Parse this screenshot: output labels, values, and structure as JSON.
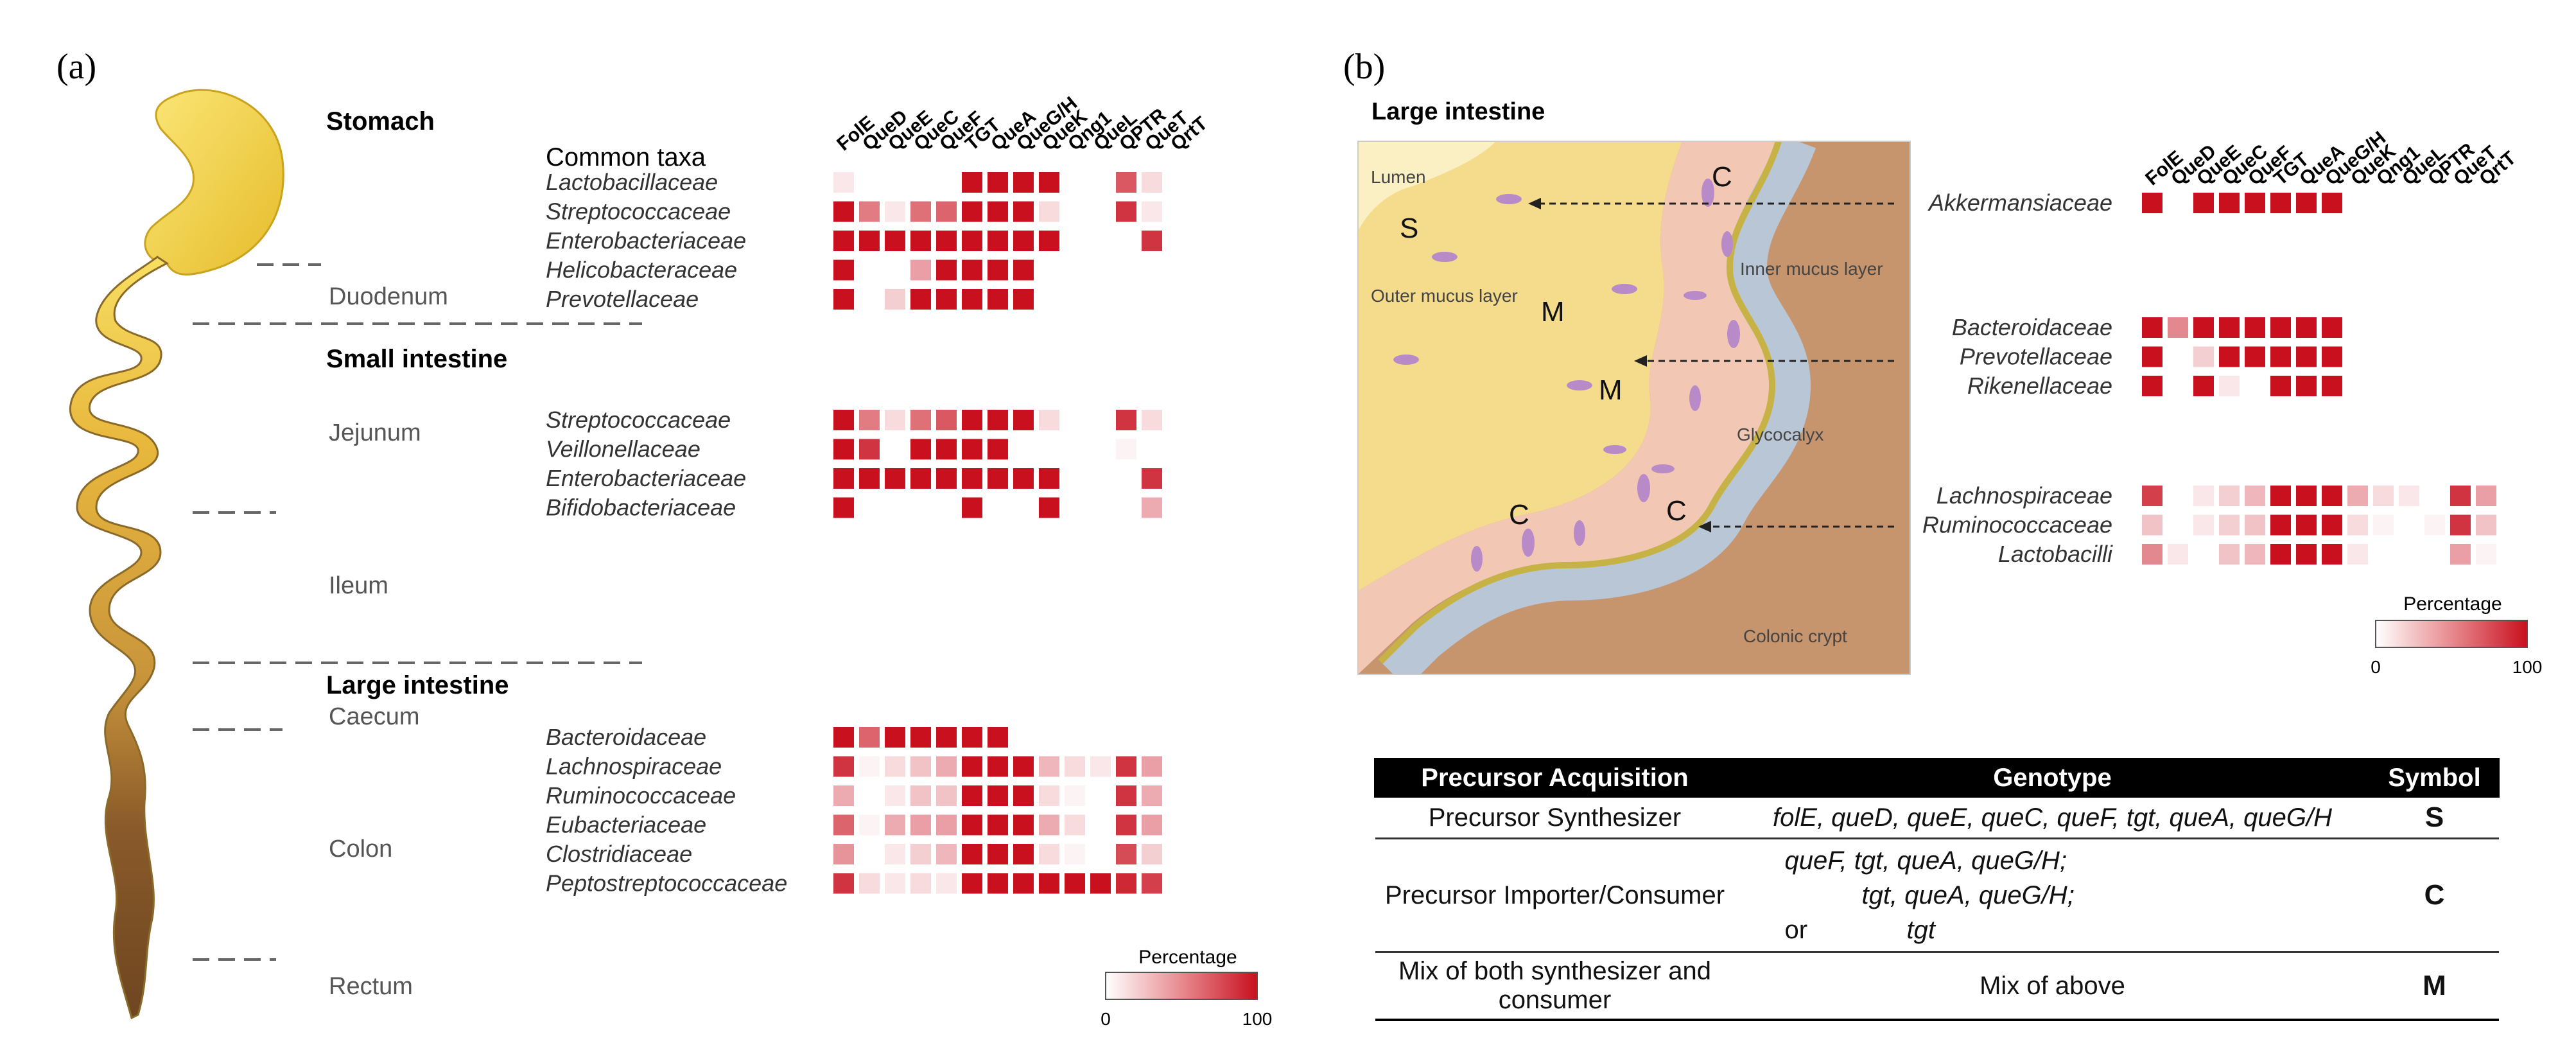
{
  "panel_a": {
    "label": "(a)",
    "regions": {
      "stomach": "Stomach",
      "small_intestine": "Small intestine",
      "large_intestine": "Large intestine"
    },
    "segments": {
      "duodenum": "Duodenum",
      "jejunum": "Jejunum",
      "ileum": "Ileum",
      "caecum": "Caecum",
      "colon": "Colon",
      "rectum": "Rectum"
    },
    "common_taxa_header": "Common taxa",
    "columns": [
      "FolE",
      "QueD",
      "QueE",
      "QueC",
      "QueF",
      "TGT",
      "QueA",
      "QueG/H",
      "QueK",
      "Qng1",
      "QueL",
      "QPTR",
      "QueT",
      "QrtT"
    ],
    "groups": [
      {
        "rows": [
          {
            "taxon": "Lactobacillaceae",
            "values": [
              10,
              0,
              0,
              0,
              0,
              100,
              100,
              100,
              100,
              0,
              0,
              70,
              15,
              0
            ]
          },
          {
            "taxon": "Streptococcaceae",
            "values": [
              100,
              55,
              10,
              60,
              65,
              100,
              100,
              100,
              15,
              0,
              0,
              85,
              10,
              0
            ]
          },
          {
            "taxon": "Enterobacteriaceae",
            "values": [
              100,
              100,
              100,
              100,
              100,
              100,
              100,
              100,
              100,
              0,
              0,
              0,
              85,
              0
            ]
          },
          {
            "taxon": "Helicobacteraceae",
            "values": [
              100,
              0,
              0,
              40,
              100,
              100,
              100,
              100,
              0,
              0,
              0,
              0,
              0,
              0
            ]
          },
          {
            "taxon": "Prevotellaceae",
            "values": [
              100,
              0,
              20,
              100,
              100,
              100,
              100,
              100,
              0,
              0,
              0,
              0,
              0,
              0
            ]
          }
        ]
      },
      {
        "rows": [
          {
            "taxon": "Streptococcaceae",
            "values": [
              100,
              55,
              15,
              60,
              70,
              100,
              100,
              100,
              15,
              0,
              0,
              85,
              15,
              0
            ]
          },
          {
            "taxon": "Veillonellaceae",
            "values": [
              100,
              85,
              0,
              100,
              100,
              100,
              100,
              0,
              0,
              0,
              0,
              5,
              0,
              0
            ]
          },
          {
            "taxon": "Enterobacteriaceae",
            "values": [
              100,
              100,
              100,
              100,
              100,
              100,
              100,
              100,
              100,
              0,
              0,
              0,
              85,
              0
            ]
          },
          {
            "taxon": "Bifidobacteriaceae",
            "values": [
              100,
              0,
              0,
              0,
              0,
              100,
              0,
              0,
              100,
              0,
              0,
              0,
              35,
              0
            ]
          }
        ]
      },
      {
        "rows": [
          {
            "taxon": "Bacteroidaceae",
            "values": [
              100,
              65,
              100,
              100,
              100,
              100,
              100,
              0,
              0,
              0,
              0,
              0,
              0,
              0
            ]
          },
          {
            "taxon": "Lachnospiraceae",
            "values": [
              85,
              5,
              15,
              25,
              35,
              100,
              100,
              100,
              30,
              15,
              10,
              85,
              40,
              0
            ]
          },
          {
            "taxon": "Ruminococcaceae",
            "values": [
              35,
              0,
              10,
              25,
              25,
              100,
              100,
              100,
              15,
              5,
              0,
              85,
              35,
              0
            ]
          },
          {
            "taxon": "Eubacteriaceae",
            "values": [
              65,
              5,
              35,
              40,
              40,
              100,
              100,
              100,
              35,
              15,
              0,
              85,
              40,
              0
            ]
          },
          {
            "taxon": "Clostridiaceae",
            "values": [
              45,
              0,
              10,
              20,
              30,
              100,
              100,
              100,
              15,
              5,
              0,
              75,
              20,
              0
            ]
          },
          {
            "taxon": "Peptostreptococcaceae",
            "values": [
              85,
              15,
              10,
              15,
              10,
              100,
              100,
              100,
              100,
              100,
              100,
              90,
              80,
              0
            ]
          }
        ]
      }
    ],
    "scale": {
      "title": "Percentage",
      "min": "0",
      "max": "100"
    }
  },
  "panel_b": {
    "label": "(b)",
    "title": "Large intestine",
    "image_labels": {
      "lumen": "Lumen",
      "outer_mucus": "Outer mucus layer",
      "inner_mucus": "Inner mucus layer",
      "glycocalyx": "Glycocalyx",
      "crypt": "Colonic crypt"
    },
    "symbols_in_image": [
      "S",
      "M",
      "M",
      "C",
      "C",
      "C"
    ],
    "columns": [
      "FolE",
      "QueD",
      "QueE",
      "QueC",
      "QueF",
      "TGT",
      "QueA",
      "QueG/H",
      "QueK",
      "Qng1",
      "QueL",
      "QPTR",
      "QueT",
      "QrtT"
    ],
    "groups": [
      {
        "rows": [
          {
            "taxon": "Akkermansiaceae",
            "values": [
              100,
              0,
              100,
              100,
              100,
              100,
              100,
              100,
              0,
              0,
              0,
              0,
              0,
              0
            ]
          }
        ]
      },
      {
        "rows": [
          {
            "taxon": "Bacteroidaceae",
            "values": [
              100,
              50,
              100,
              100,
              100,
              100,
              100,
              100,
              0,
              0,
              0,
              0,
              0,
              0
            ]
          },
          {
            "taxon": "Prevotellaceae",
            "values": [
              100,
              0,
              20,
              100,
              100,
              100,
              100,
              100,
              0,
              0,
              0,
              0,
              0,
              0
            ]
          },
          {
            "taxon": "Rikenellaceae",
            "values": [
              100,
              0,
              100,
              10,
              0,
              100,
              100,
              100,
              0,
              0,
              0,
              0,
              0,
              0
            ]
          }
        ]
      },
      {
        "rows": [
          {
            "taxon": "Lachnospiraceae",
            "values": [
              80,
              0,
              10,
              20,
              30,
              100,
              100,
              100,
              35,
              15,
              10,
              0,
              85,
              40
            ]
          },
          {
            "taxon": "Ruminococcaceae",
            "values": [
              25,
              0,
              10,
              20,
              25,
              100,
              100,
              100,
              15,
              5,
              0,
              5,
              85,
              25
            ]
          },
          {
            "taxon": "Lactobacilli",
            "values": [
              50,
              10,
              0,
              25,
              30,
              100,
              100,
              100,
              10,
              0,
              0,
              0,
              40,
              5
            ]
          }
        ]
      }
    ],
    "scale": {
      "title": "Percentage",
      "min": "0",
      "max": "100"
    }
  },
  "table": {
    "headers": [
      "Precursor Acquisition",
      "Genotype",
      "Symbol"
    ],
    "rows": [
      {
        "acq": "Precursor Synthesizer",
        "geno_1": "folE, queD, queE, queC, queF, tgt, queA, queG/H",
        "symbol": "S"
      },
      {
        "acq": "Precursor Importer/Consumer",
        "geno_1": "queF, tgt, queA, queG/H;",
        "geno_2": "tgt, queA, queG/H;",
        "geno_or": "or",
        "geno_3": "tgt",
        "symbol": "C"
      },
      {
        "acq": "Mix of both synthesizer and consumer",
        "geno_1": "Mix of above",
        "symbol": "M"
      }
    ]
  },
  "colors": {
    "heat_low": "#ffffff",
    "heat_high": "#c8101e",
    "stomach": "#f2d22f",
    "gut_mid": "#c9953b",
    "gut_low": "#7a4e24",
    "mucus_outer": "#f4dc8c",
    "mucus_inner": "#f2c8b4",
    "crypt": "#c6956e",
    "epithelium": "#b9c6d6",
    "bacteria": "#b98ac8"
  }
}
